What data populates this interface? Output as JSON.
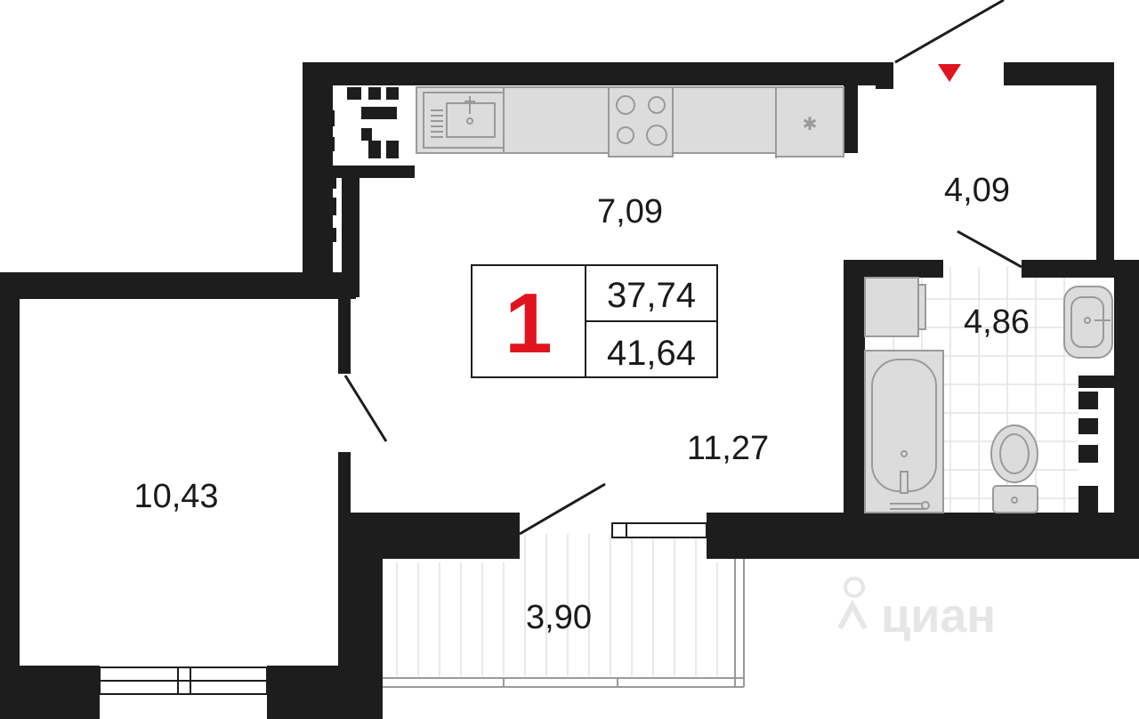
{
  "plan": {
    "rooms_count": "1",
    "total_area_living": "37,74",
    "total_area_full": "41,64",
    "rooms": {
      "kitchen": "7,09",
      "hallway": "4,09",
      "bathroom": "4,86",
      "living_room": "11,27",
      "bedroom": "10,43",
      "balcony": "3,90"
    },
    "watermark": "циан"
  },
  "colors": {
    "wall": "#1d1d1d",
    "accent": "#e0141e",
    "fixture_fill": "#dcdcdc",
    "fixture_stroke": "#9a9a9a",
    "tile": "#e4e4e4"
  }
}
